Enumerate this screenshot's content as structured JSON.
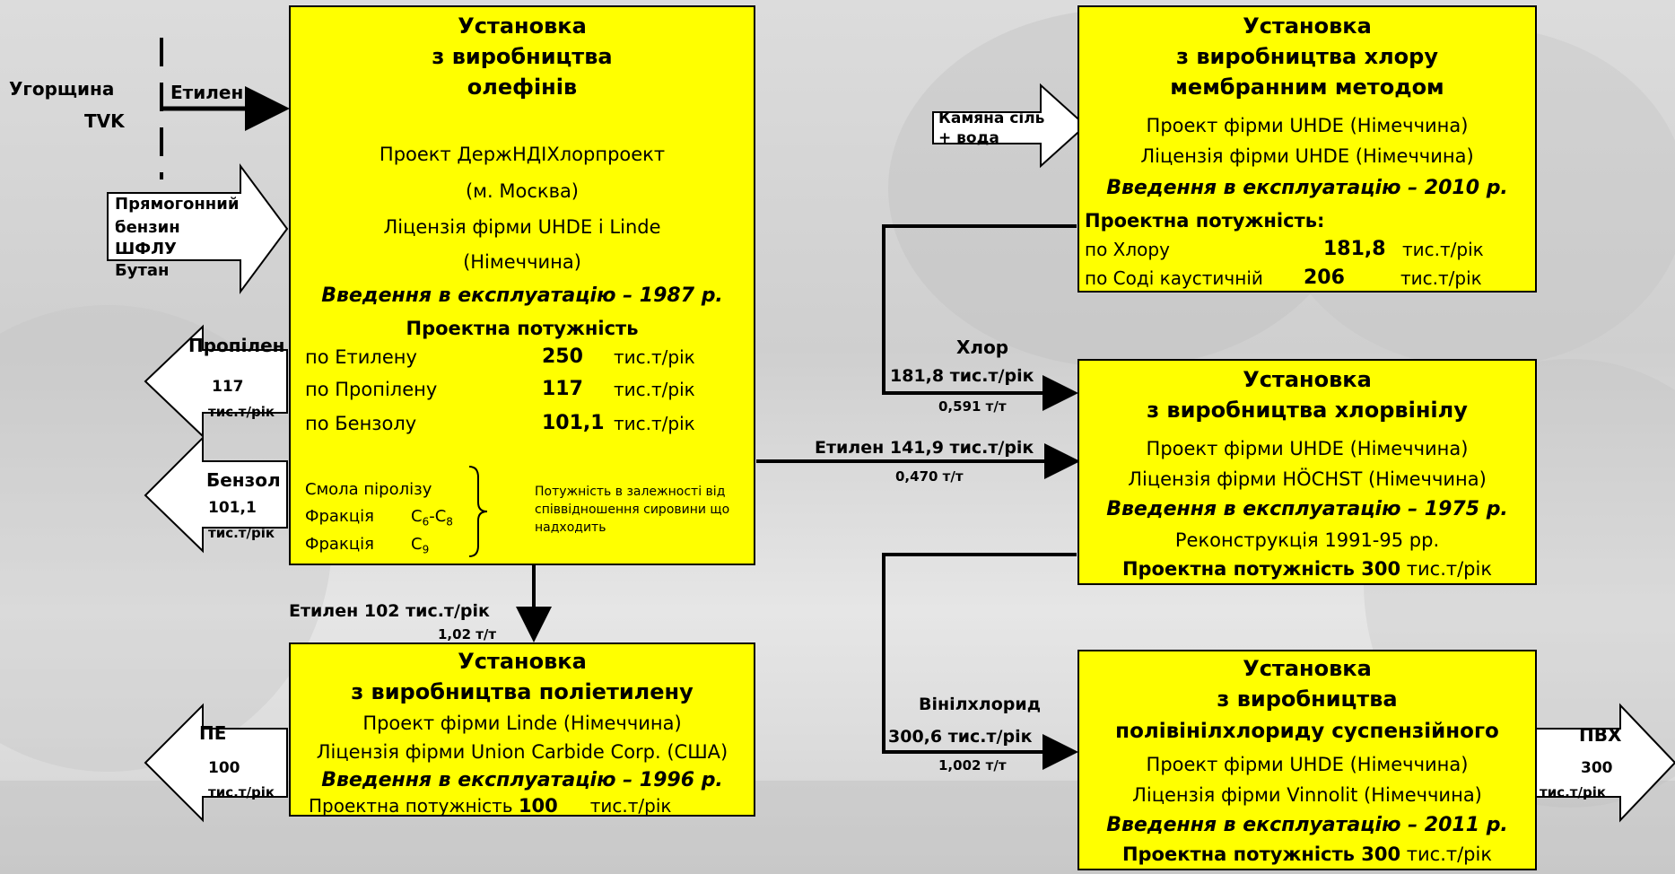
{
  "olefins": {
    "title": [
      "Установка",
      "з виробництва",
      "олефінів"
    ],
    "lines": [
      "Проект ДержНДІХлорпроект",
      "(м. Москва)",
      "Ліцензія фірми UHDE і Linde",
      "(Німеччина)"
    ],
    "commission": "Введення в експлуатацію – 1987 р.",
    "capacity_title": "Проектна потужність",
    "capacity": [
      {
        "name": "по Етилену",
        "value": "250",
        "unit": "тис.т/рік"
      },
      {
        "name": "по Пропілену",
        "value": "117",
        "unit": "тис.т/рік"
      },
      {
        "name": "по Бензолу",
        "value": "101,1",
        "unit": "тис.т/рік"
      }
    ],
    "byproducts": [
      "Смола піролізу",
      "Фракція",
      "Фракція"
    ],
    "fraction1": "C",
    "fraction1_sub1": "6",
    "fraction1_dash": "-C",
    "fraction1_sub2": "8",
    "fraction2": "C",
    "fraction2_sub": "9",
    "brace_note": "Потужність в залежності від співвідношення сировини що надходить"
  },
  "chlorine": {
    "title": [
      "Установка",
      "з виробництва хлору",
      "мембранним методом"
    ],
    "lines": [
      "Проект фірми UHDE (Німеччина)",
      "Ліцензія фірми UHDE (Німеччина)"
    ],
    "commission": "Введення в експлуатацію – 2010 р.",
    "capacity_title": "Проектна потужність:",
    "capacity": [
      {
        "name": "по Хлору",
        "value": "181,8",
        "unit": "тис.т/рік"
      },
      {
        "name": "по Соді каустичній",
        "value": "206",
        "unit": "тис.т/рік"
      }
    ]
  },
  "vinyl": {
    "title": [
      "Установка",
      "з виробництва хлорвінілу"
    ],
    "lines": [
      "Проект фірми UHDE (Німеччина)",
      "Ліцензія фірми HÖCHST (Німеччина)"
    ],
    "commission": "Введення в експлуатацію – 1975 р.",
    "reconstruction": "Реконструкція 1991-95 рр.",
    "capacity_bold": "Проектна потужність 300",
    "capacity_unit": " тис.т/рік"
  },
  "pe": {
    "title": [
      "Установка",
      "з виробництва поліетилену"
    ],
    "lines": [
      "Проект фірми Linde (Німеччина)",
      "Ліцензія фірми  Union Carbide Corp. (США)"
    ],
    "commission": "Введення в експлуатацію – 1996 р.",
    "capacity_pre": "Проектна потужність ",
    "capacity_val": "100",
    "capacity_unit": "тис.т/рік"
  },
  "pvc": {
    "title": [
      "Установка",
      "з виробництва",
      "полівінілхлориду суспензійного"
    ],
    "lines": [
      "Проект фірми UHDE (Німеччина)",
      "Ліцензія фірми Vinnolit (Німеччина)"
    ],
    "commission": "Введення в експлуатацію – 2011 р.",
    "capacity_bold": "Проектна потужність 300",
    "capacity_unit": " тис.т/рік"
  },
  "flows": {
    "hungary": "Угорщина",
    "tvk": "TVK",
    "ethylene_in": "Етилен",
    "feed": [
      "Прямогонний",
      "бензин",
      "ШФЛУ",
      "Бутан"
    ],
    "salt": [
      "Камяна сіль",
      "+ вода"
    ],
    "propylene": {
      "name": "Пропілен",
      "value": "117",
      "unit": "тис.т/рік"
    },
    "benzene": {
      "name": "Бензол",
      "value": "101,1",
      "unit": "тис.т/рік"
    },
    "pe_out": {
      "name": "ПЕ",
      "value": "100",
      "unit": "тис.т/рік"
    },
    "pvc_out": {
      "name": "ПВХ",
      "value": "300",
      "unit": "тис.т/рік"
    },
    "ethylene_pe": {
      "main": "Етилен 102 тис.т/рік",
      "ratio": "1,02 т/т"
    },
    "chlorine_flow": {
      "name": "Хлор",
      "main": "181,8 тис.т/рік",
      "ratio": "0,591 т/т"
    },
    "ethylene_vc": {
      "main": "Етилен 141,9 тис.т/рік",
      "ratio": "0,470 т/т"
    },
    "vcm": {
      "name": "Вінілхлорид",
      "main": "300,6 тис.т/рік",
      "ratio": "1,002 т/т"
    }
  }
}
